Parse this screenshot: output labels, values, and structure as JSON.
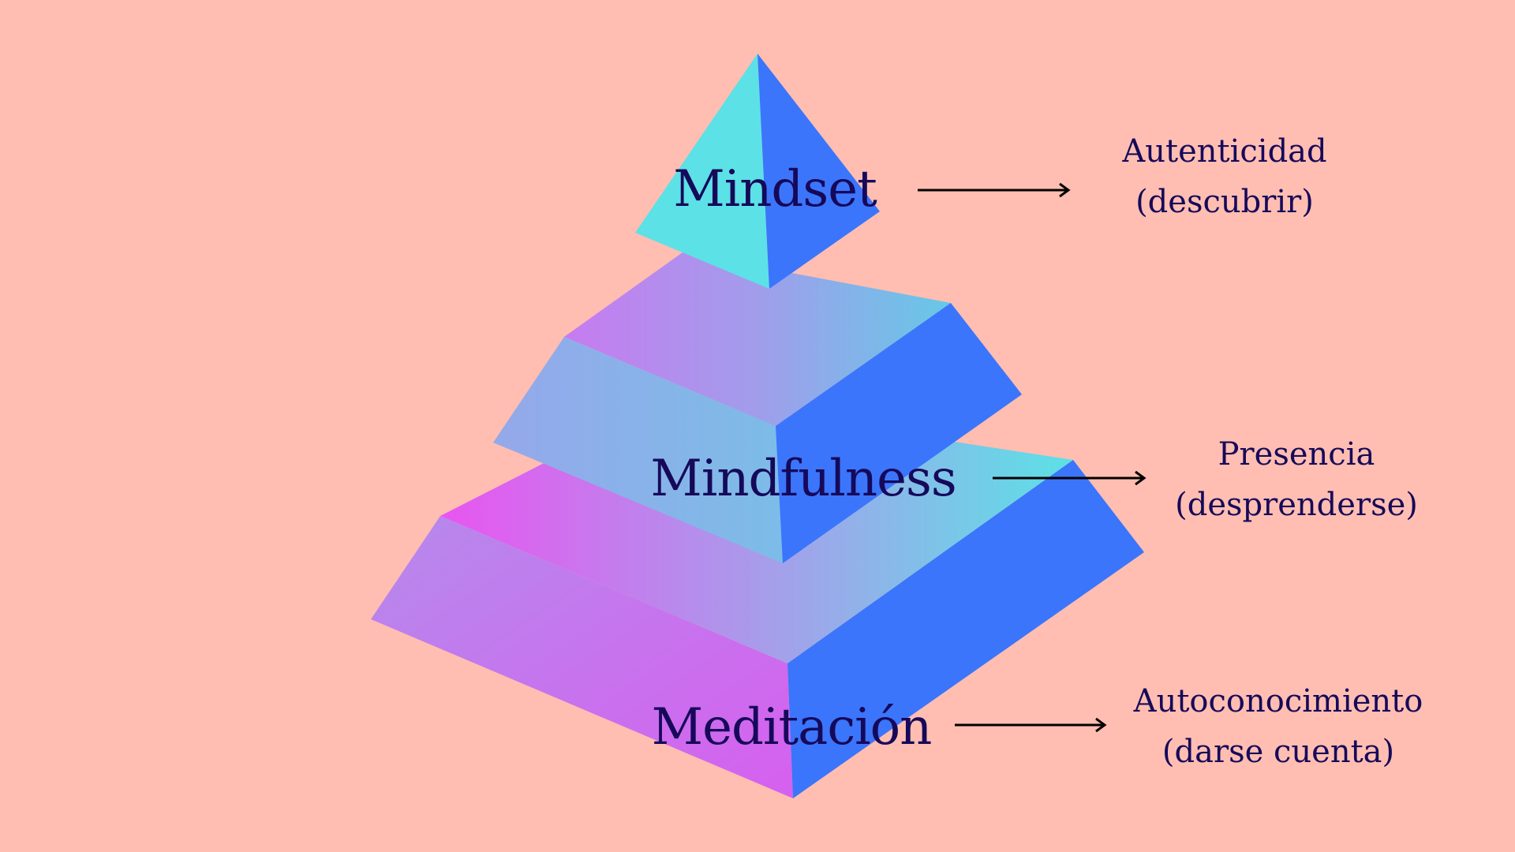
{
  "colors": {
    "background": "#FFBEB1",
    "text": "#16095A",
    "cyan": "#5CE1E6",
    "blue": "#3B75FB",
    "magenta": "#E855F0",
    "lavender": "#A88EEC",
    "arrow": "#000000"
  },
  "levels": [
    {
      "label": "Mindset",
      "note_line1": "Autenticidad",
      "note_line2": "(descubrir)"
    },
    {
      "label": "Mindfulness",
      "note_line1": "Presencia",
      "note_line2": "(desprenderse)"
    },
    {
      "label": "Meditación",
      "note_line1": "Autoconocimiento",
      "note_line2": "(darse cuenta)"
    }
  ]
}
